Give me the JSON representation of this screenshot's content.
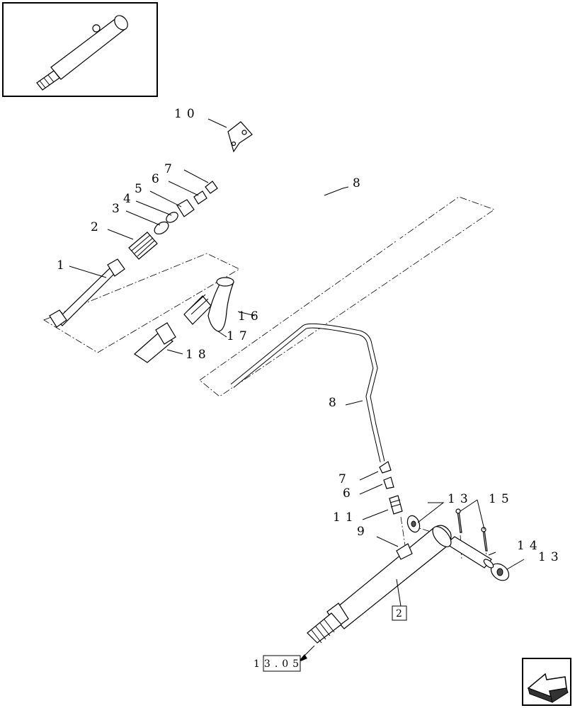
{
  "callouts": {
    "c1": "1",
    "c2": "2",
    "c3": "3",
    "c4": "4",
    "c5": "5",
    "c6a": "6",
    "c7a": "7",
    "c8a": "8",
    "c10": "10",
    "c16": "16",
    "c17": "17",
    "c18": "18",
    "c8b": "8",
    "c7b": "7",
    "c6b": "6",
    "c11": "11",
    "c9": "9",
    "c13a": "13",
    "c15": "15",
    "c14": "14",
    "c13b": "13"
  },
  "refs": {
    "box2": "2",
    "section": "13.05"
  },
  "icons": {
    "thumbnail": "cylinder-thumbnail-icon",
    "nav": "next-page-arrow-icon"
  }
}
